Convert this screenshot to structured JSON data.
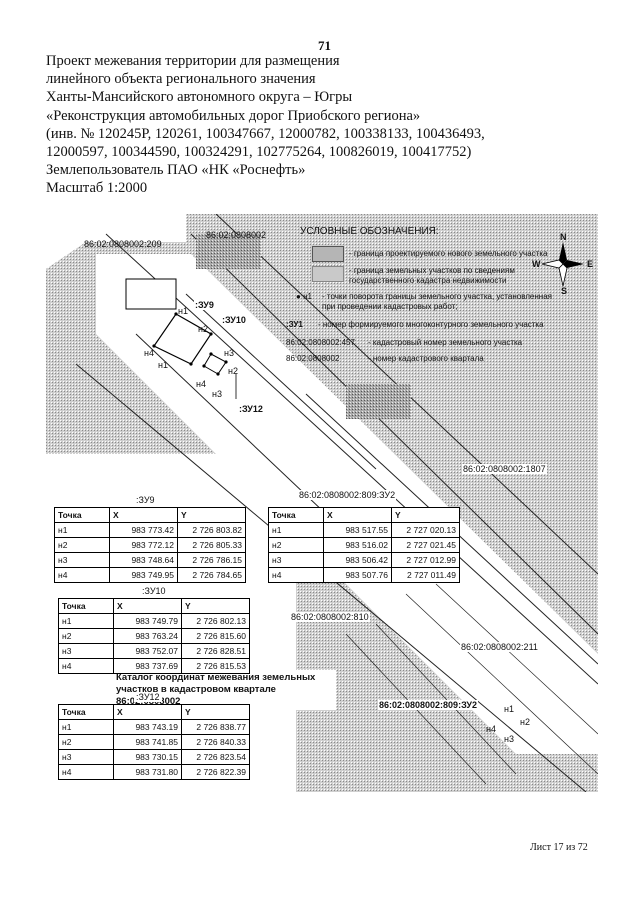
{
  "page_number": "71",
  "header_lines": [
    "Проект межевания территории для размещения",
    "линейного объекта регионального значения",
    "Ханты-Мансийского автономного округа – Югры",
    "«Реконструкция автомобильных дорог Приобского региона»",
    "(инв. № 120245Р, 120261, 100347667, 12000782, 100338133, 100436493,",
    "12000597, 100344590, 100324291, 102775264, 100826019, 100417752)",
    "Землепользователь ПАО «НК «Роснефть»",
    "Масштаб 1:2000"
  ],
  "legend": {
    "title": "УСЛОВНЫЕ ОБОЗНАЧЕНИЯ:",
    "items": [
      "- граница проектируемого нового земельного участка",
      "- граница земельных участков по сведениям государственного кадастра недвижимости",
      "- точки поворота границы земельного участка, установленная при проведении кадастровых работ;",
      "- номер формируемого многоконтурного земельного участка",
      "- кадастровый номер земельного участка",
      "- номер кадастрового квартала"
    ],
    "point_symbol": "н1",
    "contour_symbol": ":ЗУ1",
    "parcel_example": "86:02:0808002:457",
    "quarter_example": "86:02:0808002"
  },
  "compass": {
    "n": "N",
    "s": "S",
    "w": "W",
    "e": "E"
  },
  "map_labels": {
    "parcel_209": "86:02:0808002:209",
    "quarter_top": "86:02:0808002",
    "zu9": ":ЗУ9",
    "zu10": ":ЗУ10",
    "zu12": ":ЗУ12",
    "parcel_1807": "86:02:0808002:1807",
    "parcel_809_zu2_top": "86:02:0808002:809:ЗУ2",
    "parcel_810": "86:02:0808002:810",
    "parcel_211": "86:02:0808002:211",
    "parcel_809_zu2_bottom": "86:02:0808002:809:ЗУ2",
    "pt_n1": "н1",
    "pt_n2": "н2",
    "pt_n3": "н3",
    "pt_n4": "н4"
  },
  "catalog_title": "Каталог координат межевания земельных участков в кадастровом квартале 86:02:0808002",
  "tables": [
    {
      "caption": ":ЗУ9",
      "headers": [
        "Точка",
        "X",
        "Y"
      ],
      "rows": [
        [
          "н1",
          "983 773.42",
          "2 726 803.82"
        ],
        [
          "н2",
          "983 772.12",
          "2 726 805.33"
        ],
        [
          "н3",
          "983 748.64",
          "2 726 786.15"
        ],
        [
          "н4",
          "983 749.95",
          "2 726 784.65"
        ]
      ]
    },
    {
      "caption": ":ЗУ2",
      "headers": [
        "Точка",
        "X",
        "Y"
      ],
      "rows": [
        [
          "н1",
          "983 517.55",
          "2 727 020.13"
        ],
        [
          "н2",
          "983 516.02",
          "2 727 021.45"
        ],
        [
          "н3",
          "983 506.42",
          "2 727 012.99"
        ],
        [
          "н4",
          "983 507.76",
          "2 727 011.49"
        ]
      ]
    },
    {
      "caption": ":ЗУ10",
      "headers": [
        "Точка",
        "X",
        "Y"
      ],
      "rows": [
        [
          "н1",
          "983 749.79",
          "2 726 802.13"
        ],
        [
          "н2",
          "983 763.24",
          "2 726 815.60"
        ],
        [
          "н3",
          "983 752.07",
          "2 726 828.51"
        ],
        [
          "н4",
          "983 737.69",
          "2 726 815.53"
        ]
      ]
    },
    {
      "caption": ":ЗУ12",
      "headers": [
        "Точка",
        "X",
        "Y"
      ],
      "rows": [
        [
          "н1",
          "983 743.19",
          "2 726 838.77"
        ],
        [
          "н2",
          "983 741.85",
          "2 726 840.33"
        ],
        [
          "н3",
          "983 730.15",
          "2 726 823.54"
        ],
        [
          "н4",
          "983 731.80",
          "2 726 822.39"
        ]
      ]
    }
  ],
  "sheet": "Лист 17 из 72"
}
